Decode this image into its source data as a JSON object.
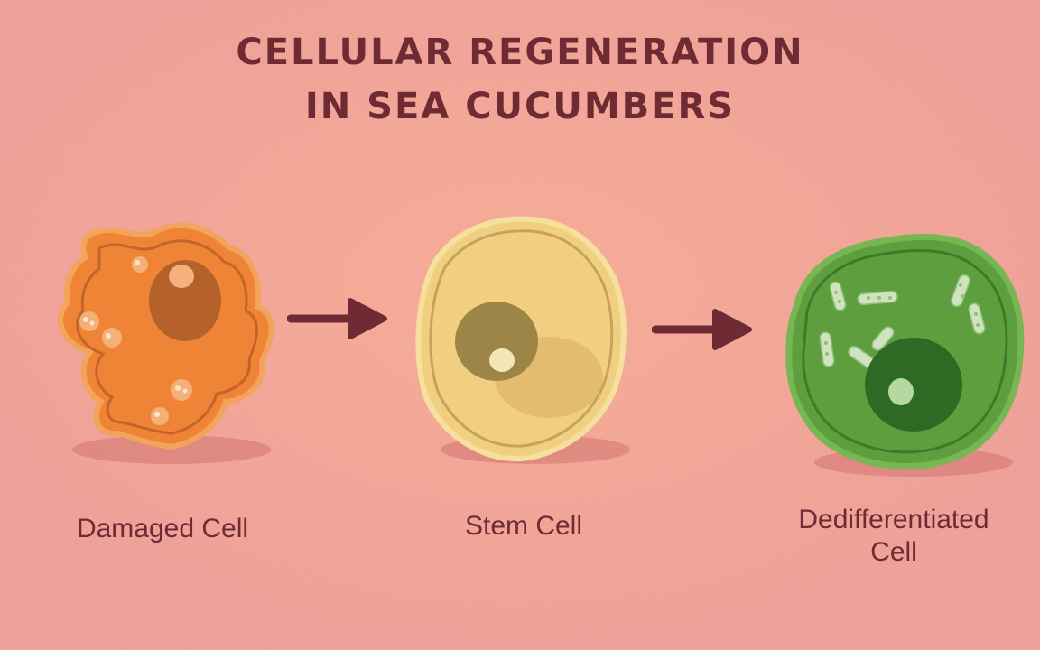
{
  "title": {
    "line1": "CELLULAR REGENERATION",
    "line2": "IN SEA CUCUMBERS"
  },
  "cells": [
    {
      "label": "Damaged Cell"
    },
    {
      "label": "Stem Cell"
    },
    {
      "label_line1": "Dedifferentiated",
      "label_line2": "Cell"
    }
  ],
  "colors": {
    "background": "#f2a597",
    "title_text": "#6e2b33",
    "arrow": "#6e2b33",
    "damaged_cell": "#ef8436",
    "stem_cell": "#f1cf80",
    "dedifferentiated_cell": "#5f9e3e"
  }
}
